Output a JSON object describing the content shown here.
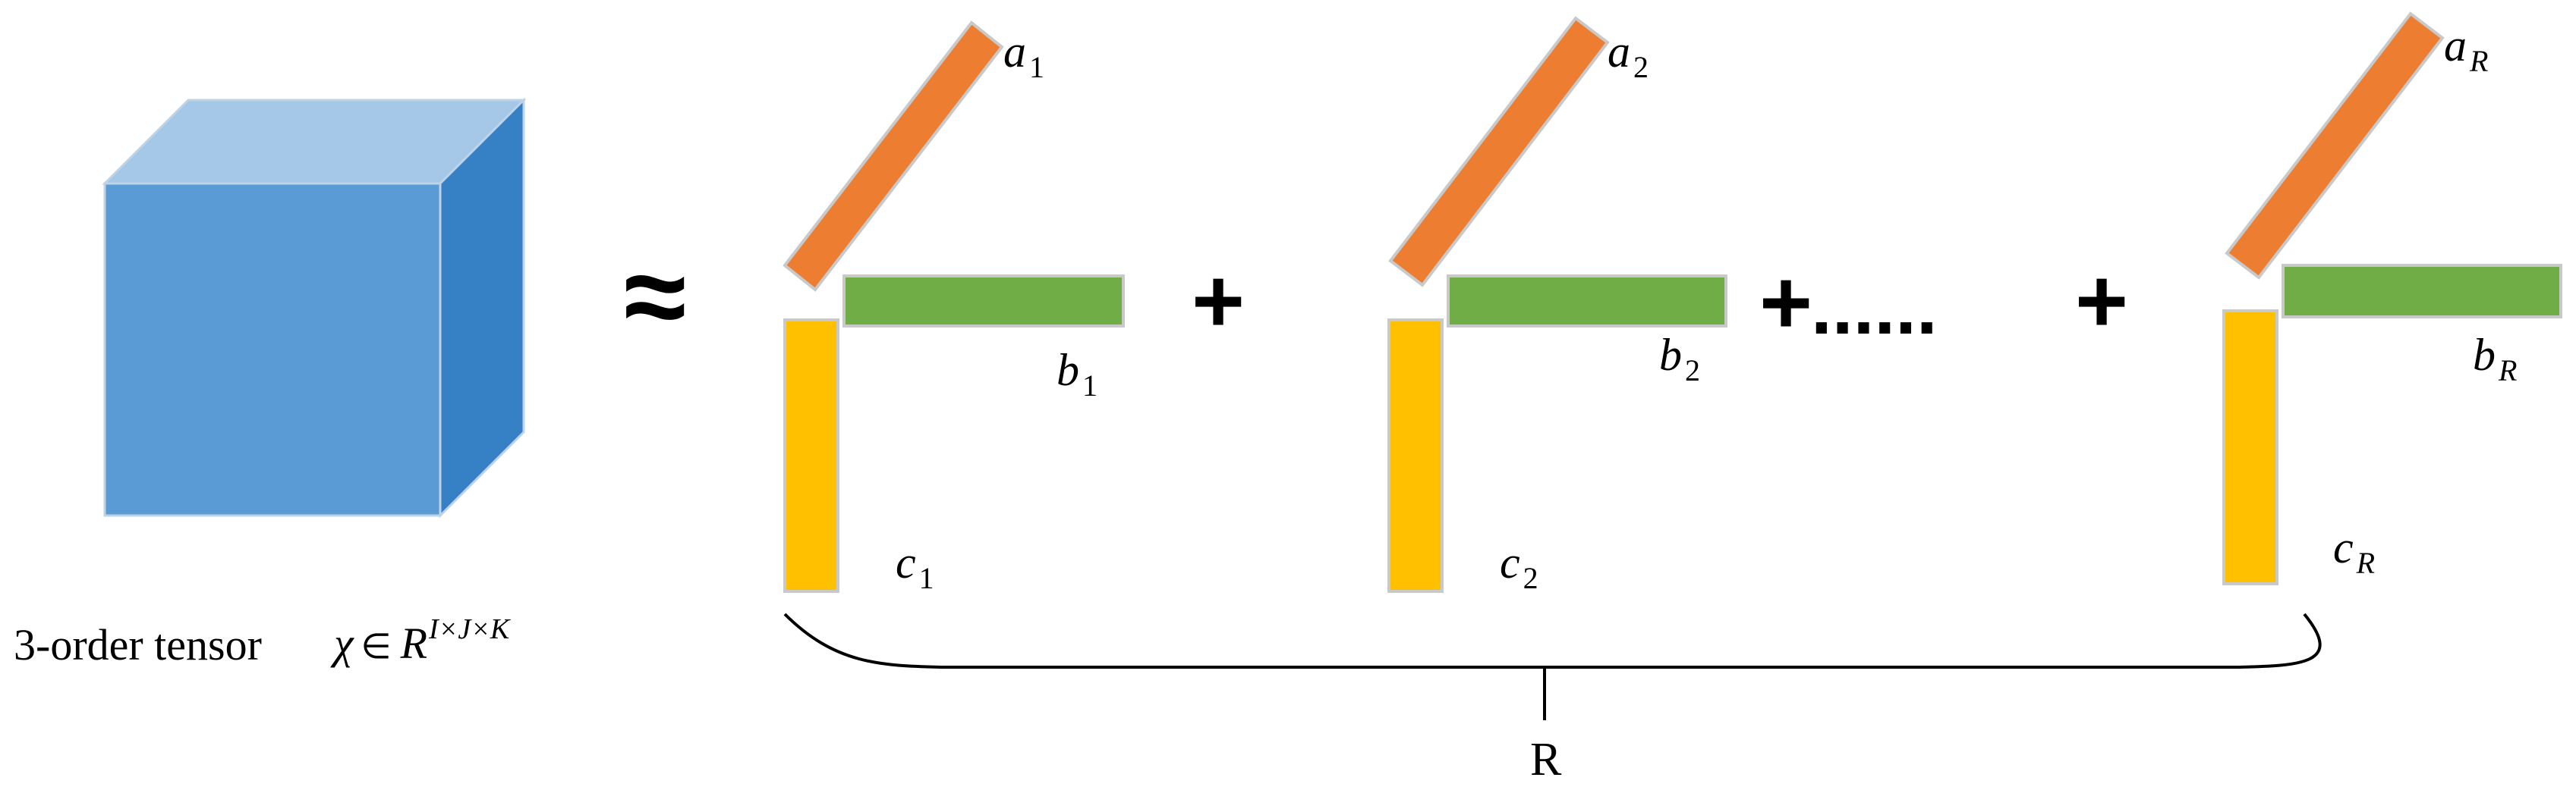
{
  "tensor": {
    "caption": "3-order tensor",
    "chi": "χ",
    "elem": "∈",
    "space": "R",
    "dims": "I×J×K"
  },
  "approx_symbol": "≈",
  "plus": "+",
  "ellipsis": "......",
  "terms": [
    {
      "a": "a",
      "a_sub": "1",
      "b": "b",
      "b_sub": "1",
      "c": "c",
      "c_sub": "1"
    },
    {
      "a": "a",
      "a_sub": "2",
      "b": "b",
      "b_sub": "2",
      "c": "c",
      "c_sub": "2"
    },
    {
      "a": "a",
      "a_sub": "R",
      "b": "b",
      "b_sub": "R",
      "c": "c",
      "c_sub": "R"
    }
  ],
  "brace_label": "R",
  "colors": {
    "cube_front": "#5B9BD5",
    "cube_top": "#A5C8E8",
    "cube_side": "#3680C6",
    "cube_edge": "#BFD3E6",
    "vector_a": "#ED7D31",
    "vector_b": "#70AD47",
    "vector_c": "#FFC000",
    "vector_edge": "#C9C9C9",
    "ink": "#000000"
  }
}
